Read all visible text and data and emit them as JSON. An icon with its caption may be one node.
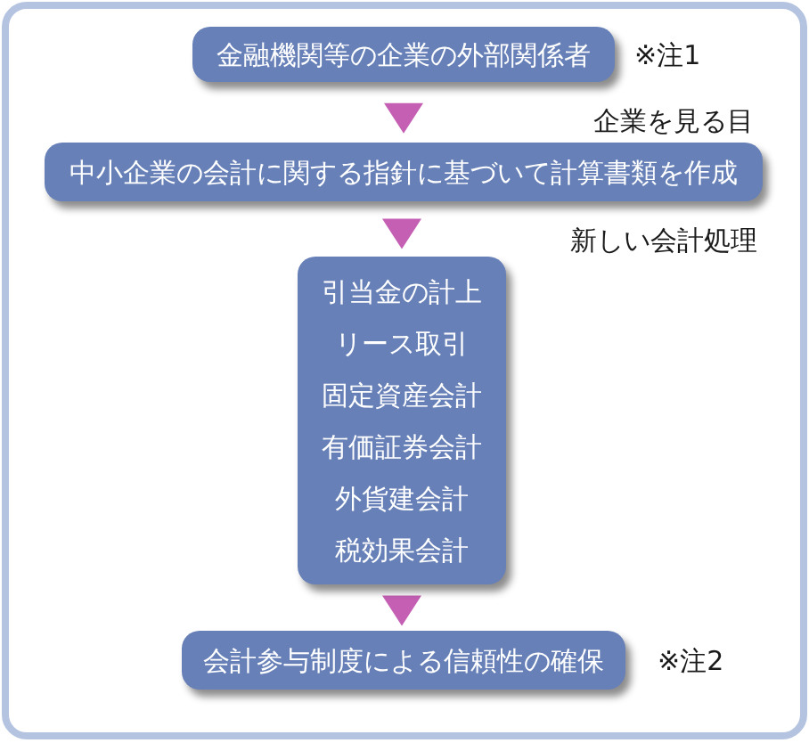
{
  "diagram": {
    "nodes": [
      {
        "text": [
          "金融機関等の企業の外部関係者"
        ],
        "beside": [
          "※注1"
        ]
      },
      {
        "text": [
          "中小企業の会計に関する指針に基づいて計算書類を作成"
        ]
      },
      {
        "text": [
          "引当金の計上",
          "リース取引",
          "固定資産会計",
          "有価証券会計",
          "外貨建会計",
          "税効果会計"
        ]
      },
      {
        "text": [
          "会計参与制度による信頼性の確保"
        ],
        "beside": [
          "※注2"
        ]
      }
    ],
    "edges": [
      {
        "from": 0,
        "to": 1,
        "arrow": "to"
      },
      {
        "from": 1,
        "to": 2,
        "arrow": "to"
      },
      {
        "from": 2,
        "to": 3,
        "arrow": "to"
      }
    ],
    "labels": [
      "企業を見る目",
      "新しい会計処理"
    ]
  }
}
